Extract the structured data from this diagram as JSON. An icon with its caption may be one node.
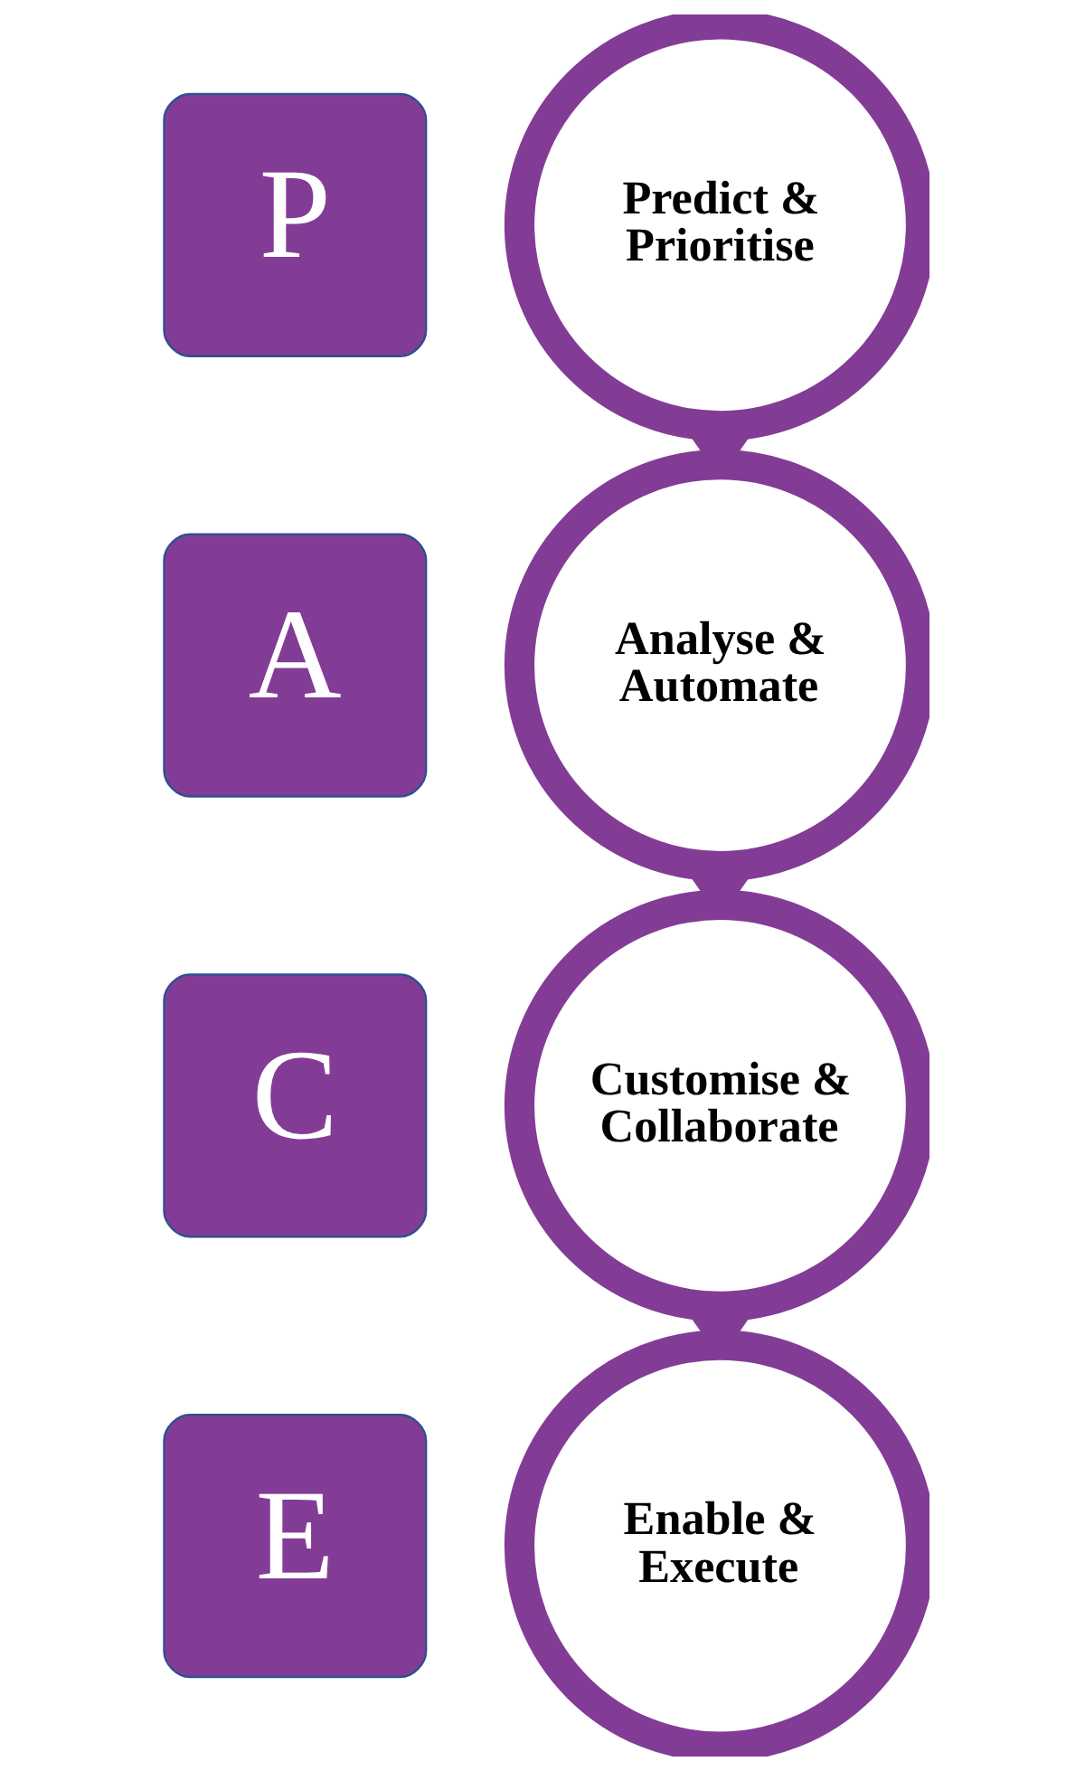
{
  "diagram": {
    "nodes": [
      {
        "text": [
          "P"
        ]
      },
      {
        "text": [
          "Predict & Prioritise"
        ]
      },
      {
        "text": [
          "A"
        ]
      },
      {
        "text": [
          "Analyse & Automate"
        ]
      },
      {
        "text": [
          "C"
        ]
      },
      {
        "text": [
          "Customise & Collaborate"
        ]
      },
      {
        "text": [
          "E"
        ]
      },
      {
        "text": [
          "Enable & Execute"
        ]
      }
    ],
    "edges": [
      {
        "from": 1,
        "to": 3,
        "arrow": "to"
      },
      {
        "from": 3,
        "to": 5,
        "arrow": "to"
      },
      {
        "from": 5,
        "to": 7,
        "arrow": "to"
      }
    ]
  }
}
